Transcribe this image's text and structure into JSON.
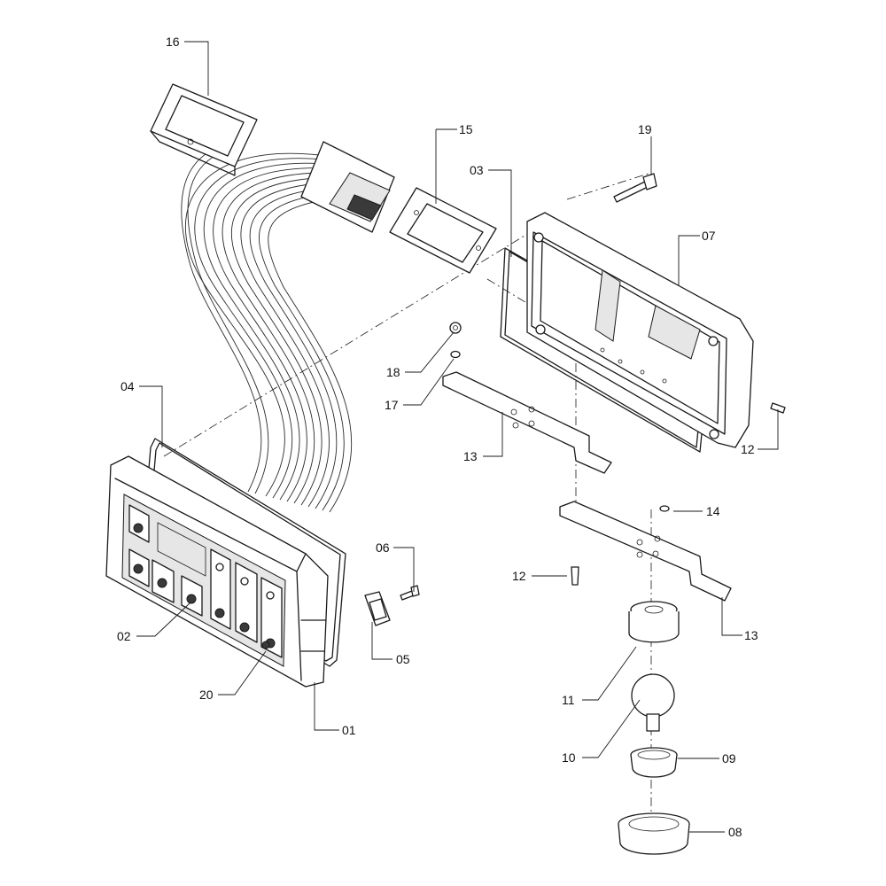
{
  "callouts": [
    {
      "id": "c01",
      "label": "01"
    },
    {
      "id": "c02",
      "label": "02"
    },
    {
      "id": "c03",
      "label": "03"
    },
    {
      "id": "c04",
      "label": "04"
    },
    {
      "id": "c05",
      "label": "05"
    },
    {
      "id": "c06",
      "label": "06"
    },
    {
      "id": "c07",
      "label": "07"
    },
    {
      "id": "c08",
      "label": "08"
    },
    {
      "id": "c09",
      "label": "09"
    },
    {
      "id": "c10",
      "label": "10"
    },
    {
      "id": "c11",
      "label": "11"
    },
    {
      "id": "c12a",
      "label": "12"
    },
    {
      "id": "c12b",
      "label": "12"
    },
    {
      "id": "c13a",
      "label": "13"
    },
    {
      "id": "c13b",
      "label": "13"
    },
    {
      "id": "c14",
      "label": "14"
    },
    {
      "id": "c15",
      "label": "15"
    },
    {
      "id": "c16",
      "label": "16"
    },
    {
      "id": "c17",
      "label": "17"
    },
    {
      "id": "c18",
      "label": "18"
    },
    {
      "id": "c19",
      "label": "19"
    },
    {
      "id": "c20",
      "label": "20"
    }
  ]
}
